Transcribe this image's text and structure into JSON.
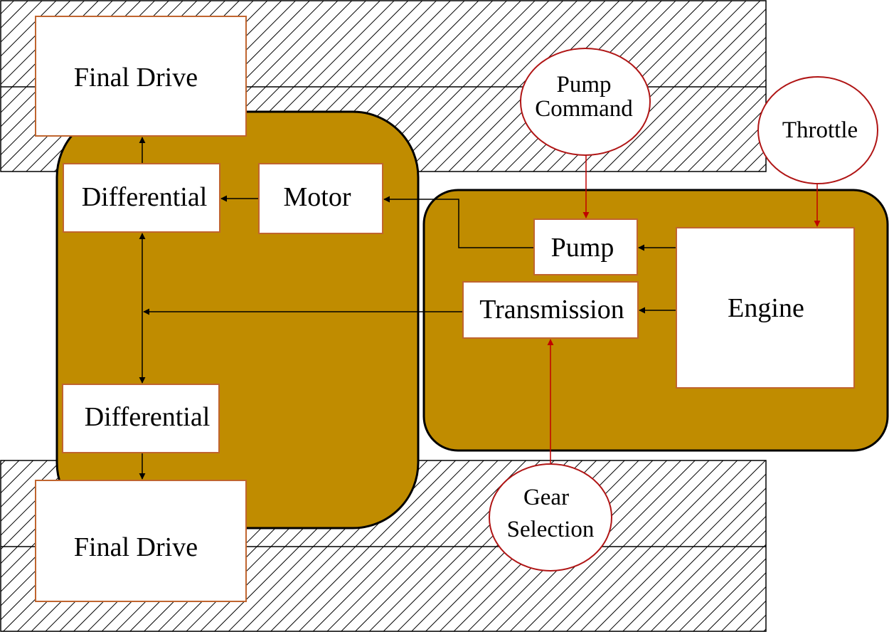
{
  "colors": {
    "subsystem_fill": "#c08c00",
    "outline": "#000000",
    "box_border": "#c0652f",
    "control_border": "#b01515",
    "mechanical_link": "#000000",
    "control_link": "#c00000"
  },
  "blocks": {
    "final_drive_top": "Final Drive",
    "differential_top": "Differential",
    "motor": "Motor",
    "differential_bottom": "Differential",
    "final_drive_bottom": "Final Drive",
    "pump": "Pump",
    "transmission": "Transmission",
    "engine": "Engine"
  },
  "controls": {
    "pump_command": [
      "Pump",
      "Command"
    ],
    "throttle": "Throttle",
    "gear_selection": [
      "Gear",
      "Selection"
    ]
  }
}
